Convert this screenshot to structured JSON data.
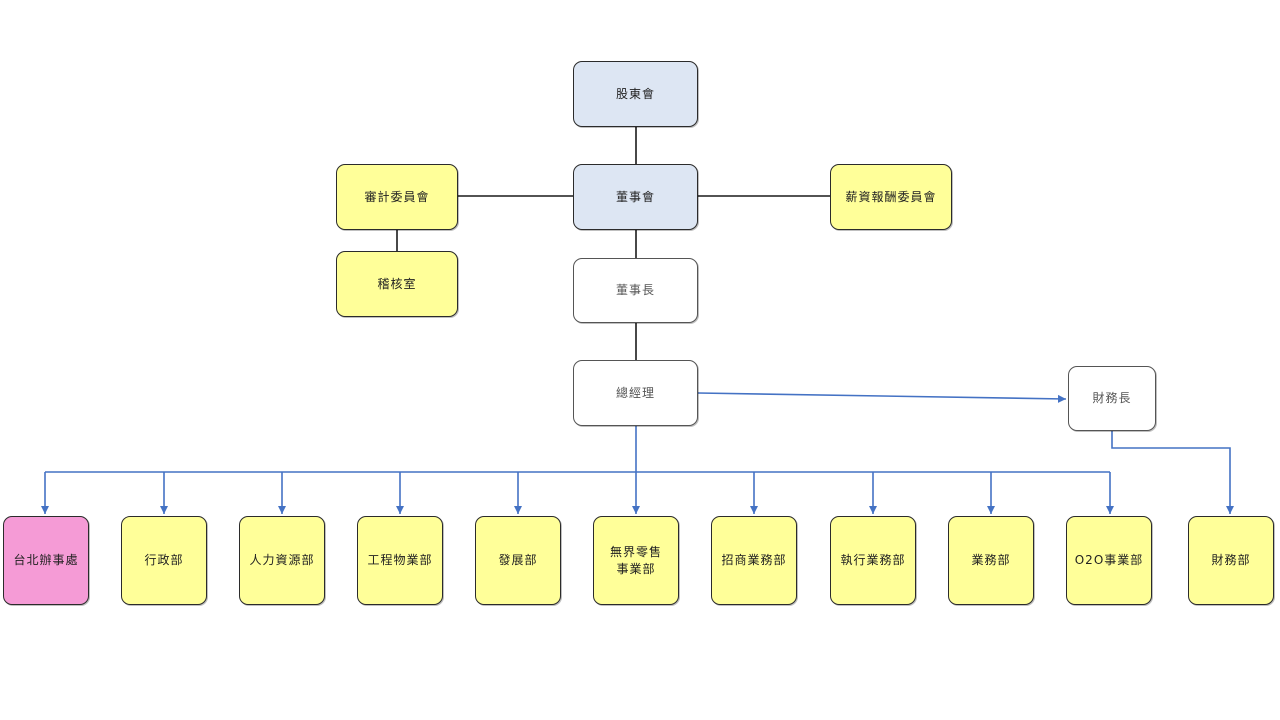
{
  "colors": {
    "governance": "#dde6f3",
    "committee": "#ffff99",
    "executive": "#ffffff",
    "department": "#ffff99",
    "office": "#f59bd6",
    "connector": "#1a1a1a",
    "arrow": "#4472c4"
  },
  "nodes": {
    "shareholders": "股東會",
    "board": "董事會",
    "audit_committee": "審計委員會",
    "compensation_committee": "薪資報酬委員會",
    "internal_audit": "稽核室",
    "chairman": "董事長",
    "general_manager": "總經理",
    "cfo": "財務長"
  },
  "departments": [
    "台北辦事處",
    "行政部",
    "人力資源部",
    "工程物業部",
    "發展部",
    "無界零售\n事業部",
    "招商業務部",
    "執行業務部",
    "業務部",
    "O2O事業部",
    "財務部"
  ]
}
